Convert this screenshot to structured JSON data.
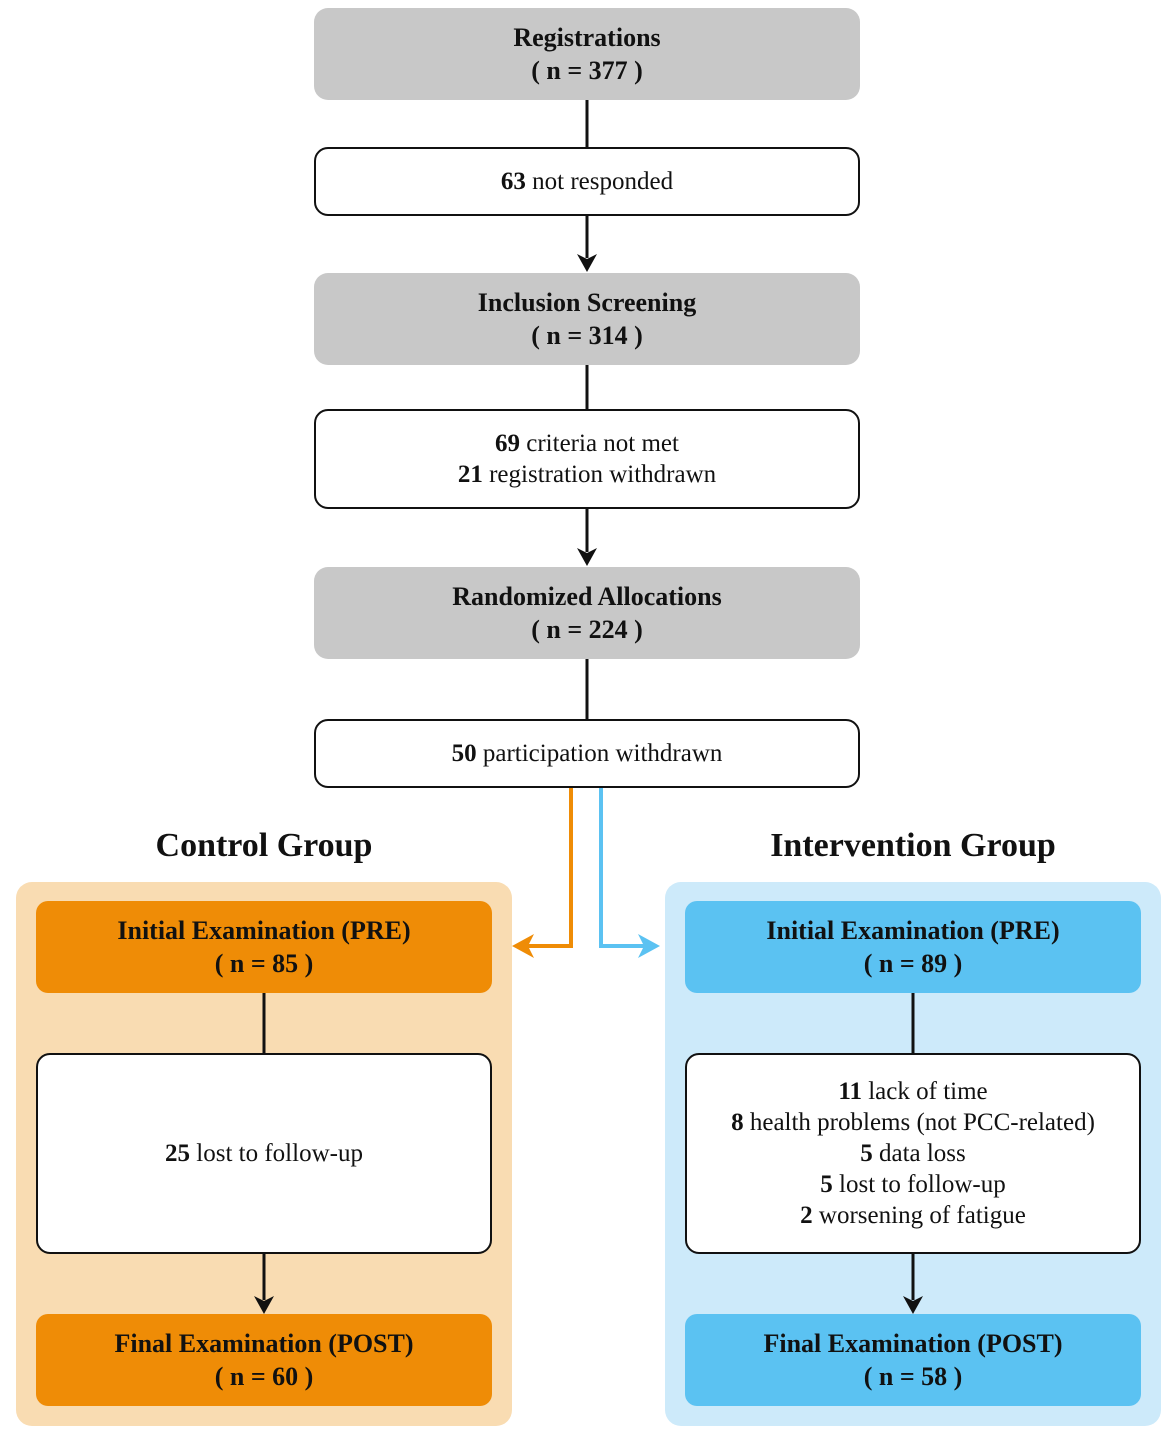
{
  "flow": {
    "registrations": {
      "title": "Registrations",
      "n": "( n = 377 )"
    },
    "not_responded": {
      "lines": [
        {
          "count": "63",
          "text": " not responded"
        }
      ]
    },
    "inclusion_screening": {
      "title": "Inclusion Screening",
      "n": "( n = 314 )"
    },
    "screening_exclusions": {
      "lines": [
        {
          "count": "69",
          "text": " criteria not met"
        },
        {
          "count": "21",
          "text": " registration withdrawn"
        }
      ]
    },
    "randomized": {
      "title": "Randomized Allocations",
      "n": "( n = 224 )"
    },
    "participation_withdrawn": {
      "lines": [
        {
          "count": "50",
          "text": " participation withdrawn"
        }
      ]
    }
  },
  "control_group": {
    "label": "Control Group",
    "color": "#ef8c06",
    "panel_color": "#f9dcb2",
    "pre": {
      "title": "Initial Examination (PRE)",
      "n": "( n = 85 )"
    },
    "dropouts": {
      "lines": [
        {
          "count": "25",
          "text": " lost to follow-up"
        }
      ]
    },
    "post": {
      "title": "Final Examination (POST)",
      "n": "( n = 60 )"
    }
  },
  "intervention_group": {
    "label": "Intervention Group",
    "color": "#5bc2f2",
    "panel_color": "#cdeafa",
    "pre": {
      "title": "Initial Examination (PRE)",
      "n": "( n = 89 )"
    },
    "dropouts": {
      "lines": [
        {
          "count": "11",
          "text": " lack of time"
        },
        {
          "count": "8",
          "text": " health problems (not PCC-related)"
        },
        {
          "count": "5",
          "text": " data loss"
        },
        {
          "count": "5",
          "text": " lost to follow-up"
        },
        {
          "count": "2",
          "text": " worsening of fatigue"
        }
      ]
    },
    "post": {
      "title": "Final Examination (POST)",
      "n": "( n = 58 )"
    }
  },
  "colors": {
    "stage_gray": "#c8c8c8",
    "connector": "#111111"
  }
}
